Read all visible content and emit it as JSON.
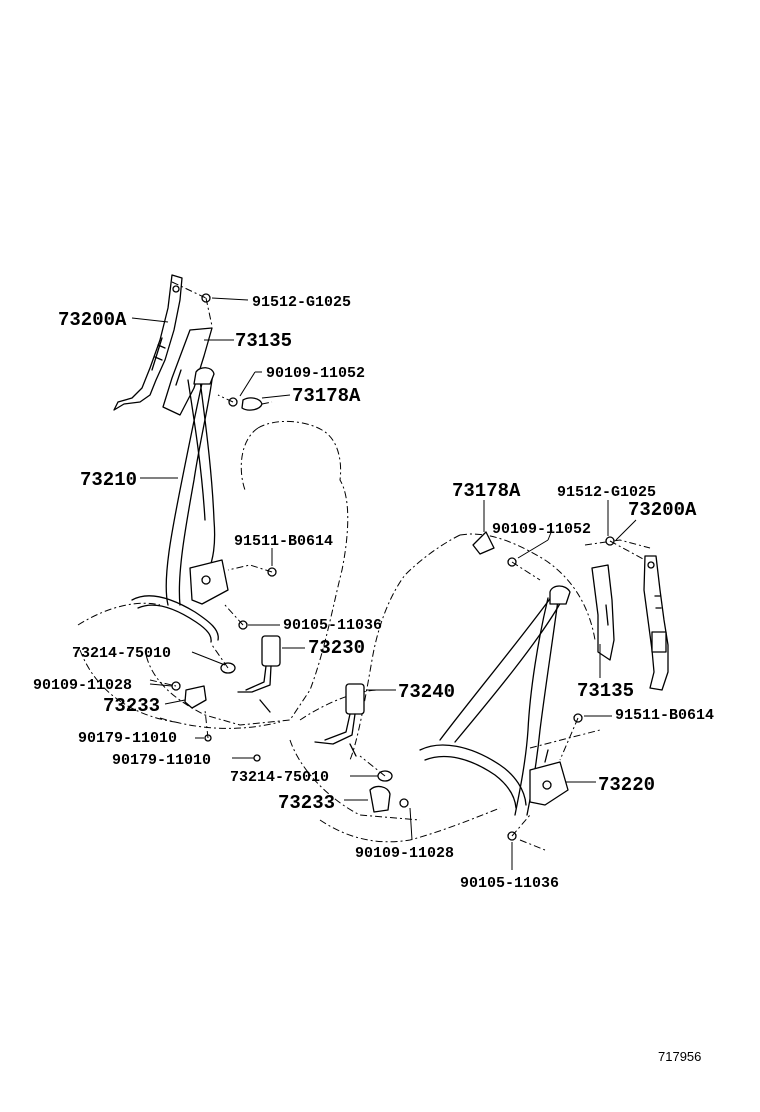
{
  "labels": {
    "l_73200A_left": "73200A",
    "l_91512_G1025_left": "91512-G1025",
    "l_73135_left": "73135",
    "l_90109_11052_left": "90109-11052",
    "l_73178A_left": "73178A",
    "l_73210": "73210",
    "l_91511_B0614_left": "91511-B0614",
    "l_90105_11036_left": "90105-11036",
    "l_73230": "73230",
    "l_73214_75010_left": "73214-75010",
    "l_90109_11028_left": "90109-11028",
    "l_73233_left": "73233",
    "l_90179_11010_a": "90179-11010",
    "l_90179_11010_b": "90179-11010",
    "l_73240": "73240",
    "l_73214_75010_right": "73214-75010",
    "l_73233_right": "73233",
    "l_90109_11028_right": "90109-11028",
    "l_90105_11036_right": "90105-11036",
    "l_73178A_right": "73178A",
    "l_91512_G1025_right": "91512-G1025",
    "l_90109_11052_right": "90109-11052",
    "l_73200A_right": "73200A",
    "l_73135_right": "73135",
    "l_91511_B0614_right": "91511-B0614",
    "l_73220": "73220"
  },
  "footer": {
    "figure_number": "717956"
  }
}
